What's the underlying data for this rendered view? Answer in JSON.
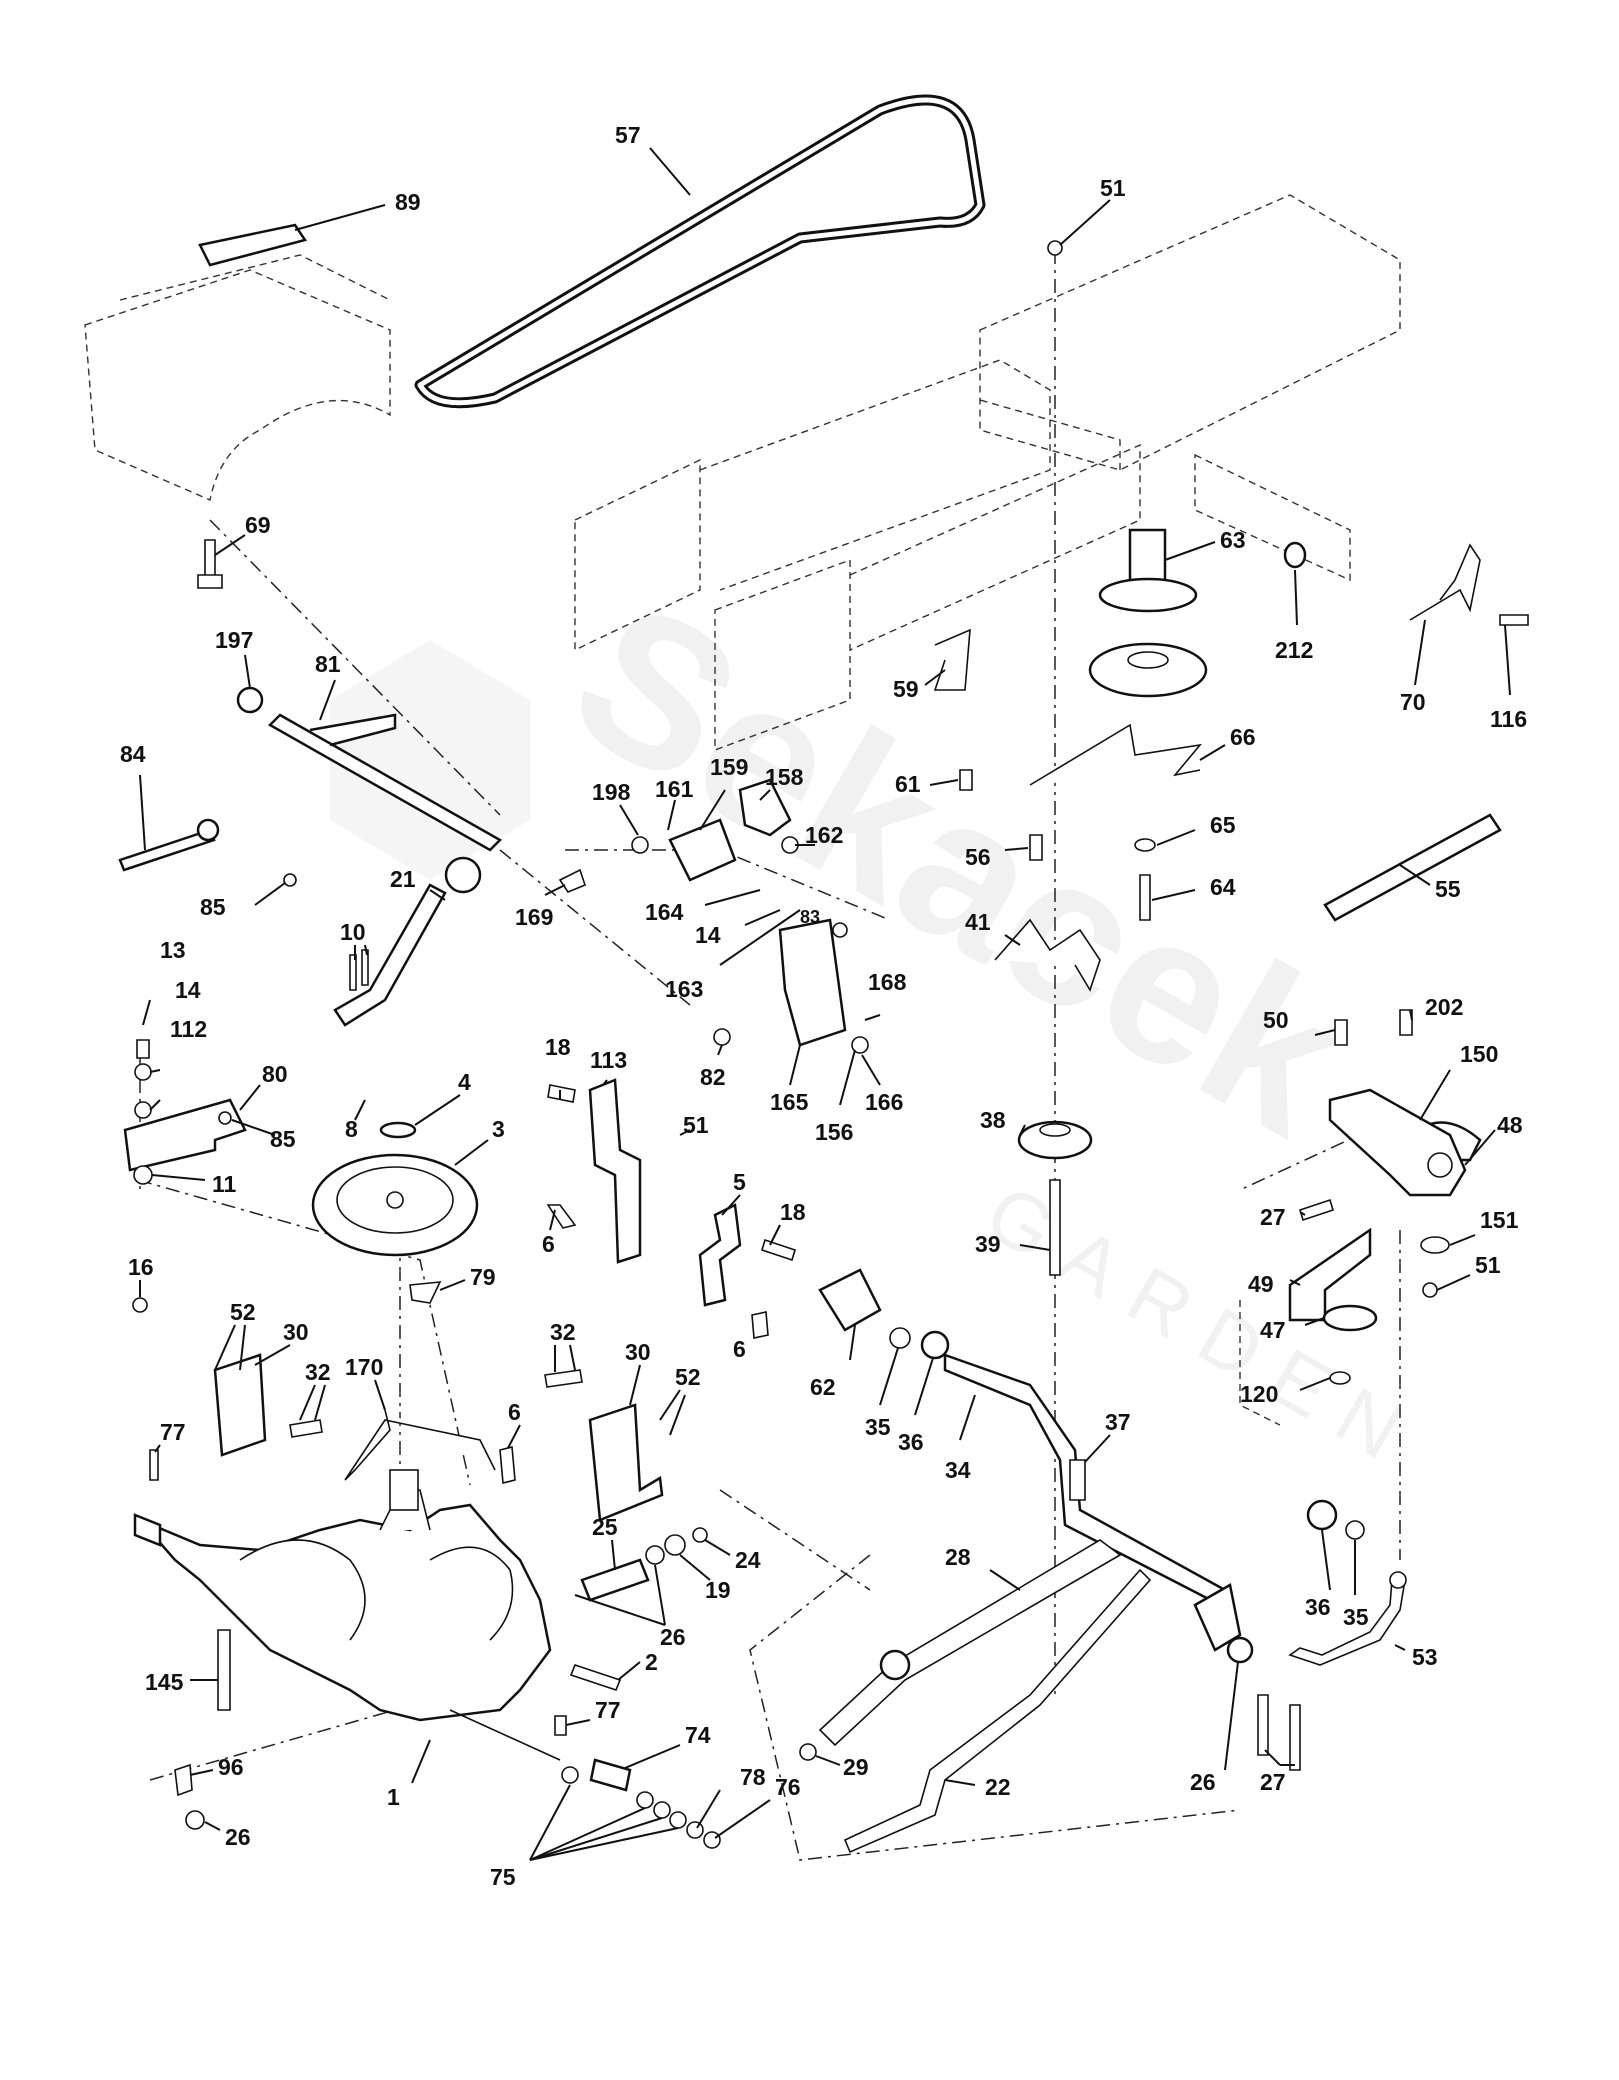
{
  "watermark": {
    "brand": "Sekacek",
    "sub": "GARDEN"
  },
  "callouts": [
    {
      "id": "c-57",
      "label": "57"
    },
    {
      "id": "c-89",
      "label": "89"
    },
    {
      "id": "c-51a",
      "label": "51"
    },
    {
      "id": "c-69",
      "label": "69"
    },
    {
      "id": "c-197",
      "label": "197"
    },
    {
      "id": "c-81",
      "label": "81"
    },
    {
      "id": "c-63",
      "label": "63"
    },
    {
      "id": "c-212",
      "label": "212"
    },
    {
      "id": "c-70",
      "label": "70"
    },
    {
      "id": "c-116",
      "label": "116"
    },
    {
      "id": "c-59",
      "label": "59"
    },
    {
      "id": "c-66",
      "label": "66"
    },
    {
      "id": "c-84",
      "label": "84"
    },
    {
      "id": "c-198",
      "label": "198"
    },
    {
      "id": "c-161",
      "label": "161"
    },
    {
      "id": "c-159",
      "label": "159"
    },
    {
      "id": "c-158",
      "label": "158"
    },
    {
      "id": "c-61",
      "label": "61"
    },
    {
      "id": "c-162",
      "label": "162"
    },
    {
      "id": "c-65",
      "label": "65"
    },
    {
      "id": "c-85a",
      "label": "85"
    },
    {
      "id": "c-21",
      "label": "21"
    },
    {
      "id": "c-169",
      "label": "169"
    },
    {
      "id": "c-56",
      "label": "56"
    },
    {
      "id": "c-164",
      "label": "164"
    },
    {
      "id": "c-64",
      "label": "64"
    },
    {
      "id": "c-55",
      "label": "55"
    },
    {
      "id": "c-10",
      "label": "10"
    },
    {
      "id": "c-14a",
      "label": "14"
    },
    {
      "id": "c-83",
      "label": "83"
    },
    {
      "id": "c-13",
      "label": "13"
    },
    {
      "id": "c-163",
      "label": "163"
    },
    {
      "id": "c-41",
      "label": "41"
    },
    {
      "id": "c-14b",
      "label": "14"
    },
    {
      "id": "c-168",
      "label": "168"
    },
    {
      "id": "c-50",
      "label": "50"
    },
    {
      "id": "c-202",
      "label": "202"
    },
    {
      "id": "c-112",
      "label": "112"
    },
    {
      "id": "c-18a",
      "label": "18"
    },
    {
      "id": "c-113",
      "label": "113"
    },
    {
      "id": "c-82",
      "label": "82"
    },
    {
      "id": "c-150",
      "label": "150"
    },
    {
      "id": "c-80",
      "label": "80"
    },
    {
      "id": "c-4",
      "label": "4"
    },
    {
      "id": "c-8",
      "label": "8"
    },
    {
      "id": "c-165",
      "label": "165"
    },
    {
      "id": "c-166",
      "label": "166"
    },
    {
      "id": "c-38",
      "label": "38"
    },
    {
      "id": "c-48",
      "label": "48"
    },
    {
      "id": "c-85b",
      "label": "85"
    },
    {
      "id": "c-3",
      "label": "3"
    },
    {
      "id": "c-51b",
      "label": "51"
    },
    {
      "id": "c-156",
      "label": "156"
    },
    {
      "id": "c-11",
      "label": "11"
    },
    {
      "id": "c-5",
      "label": "5"
    },
    {
      "id": "c-27a",
      "label": "27"
    },
    {
      "id": "c-151",
      "label": "151"
    },
    {
      "id": "c-6a",
      "label": "6"
    },
    {
      "id": "c-18b",
      "label": "18"
    },
    {
      "id": "c-39",
      "label": "39"
    },
    {
      "id": "c-51c",
      "label": "51"
    },
    {
      "id": "c-16",
      "label": "16"
    },
    {
      "id": "c-79",
      "label": "79"
    },
    {
      "id": "c-49",
      "label": "49"
    },
    {
      "id": "c-47",
      "label": "47"
    },
    {
      "id": "c-52a",
      "label": "52"
    },
    {
      "id": "c-30a",
      "label": "30"
    },
    {
      "id": "c-32a",
      "label": "32"
    },
    {
      "id": "c-30b",
      "label": "30"
    },
    {
      "id": "c-6b",
      "label": "6"
    },
    {
      "id": "c-32b",
      "label": "32"
    },
    {
      "id": "c-170",
      "label": "170"
    },
    {
      "id": "c-52b",
      "label": "52"
    },
    {
      "id": "c-62",
      "label": "62"
    },
    {
      "id": "c-120",
      "label": "120"
    },
    {
      "id": "c-6c",
      "label": "6"
    },
    {
      "id": "c-77a",
      "label": "77"
    },
    {
      "id": "c-35a",
      "label": "35"
    },
    {
      "id": "c-36a",
      "label": "36"
    },
    {
      "id": "c-37",
      "label": "37"
    },
    {
      "id": "c-34",
      "label": "34"
    },
    {
      "id": "c-25",
      "label": "25"
    },
    {
      "id": "c-24",
      "label": "24"
    },
    {
      "id": "c-19",
      "label": "19"
    },
    {
      "id": "c-28",
      "label": "28"
    },
    {
      "id": "c-26a",
      "label": "26"
    },
    {
      "id": "c-36b",
      "label": "36"
    },
    {
      "id": "c-35b",
      "label": "35"
    },
    {
      "id": "c-53",
      "label": "53"
    },
    {
      "id": "c-2",
      "label": "2"
    },
    {
      "id": "c-145",
      "label": "145"
    },
    {
      "id": "c-77b",
      "label": "77"
    },
    {
      "id": "c-74",
      "label": "74"
    },
    {
      "id": "c-29",
      "label": "29"
    },
    {
      "id": "c-96",
      "label": "96"
    },
    {
      "id": "c-1",
      "label": "1"
    },
    {
      "id": "c-78",
      "label": "78"
    },
    {
      "id": "c-76",
      "label": "76"
    },
    {
      "id": "c-22",
      "label": "22"
    },
    {
      "id": "c-26b",
      "label": "26"
    },
    {
      "id": "c-27b",
      "label": "27"
    },
    {
      "id": "c-26c",
      "label": "26"
    },
    {
      "id": "c-75",
      "label": "75"
    }
  ]
}
